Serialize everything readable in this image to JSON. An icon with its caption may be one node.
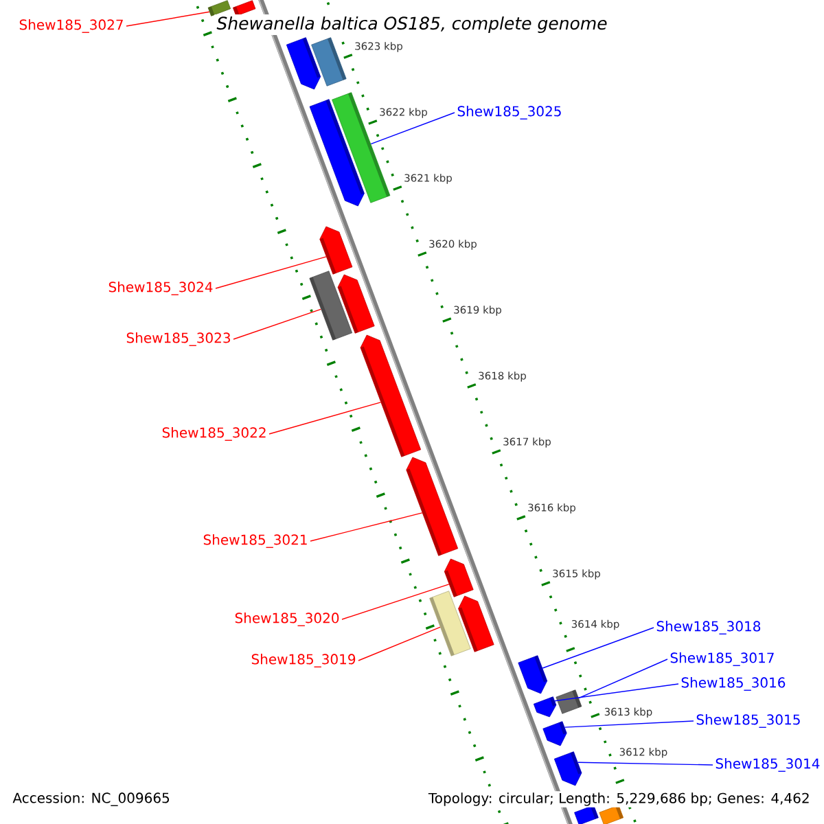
{
  "diagram": {
    "title": "Shewanella baltica OS185, complete genome",
    "nodes": [
      {
        "text": [
          "Shew185_3027"
        ]
      },
      {
        "text": [
          "Shew185_3025"
        ]
      },
      {
        "text": [
          "Shew185_3024"
        ]
      },
      {
        "text": [
          "Shew185_3023"
        ]
      },
      {
        "text": [
          "Shew185_3022"
        ]
      },
      {
        "text": [
          "Shew185_3021"
        ]
      },
      {
        "text": [
          "Shew185_3020"
        ]
      },
      {
        "text": [
          "Shew185_3018"
        ]
      },
      {
        "text": [
          "Shew185_3019"
        ]
      },
      {
        "text": [
          "Shew185_3017"
        ]
      },
      {
        "text": [
          "Shew185_3016"
        ]
      },
      {
        "text": [
          "Shew185_3015"
        ]
      },
      {
        "text": [
          "Shew185_3014"
        ]
      },
      {
        "text": [],
        "shape": "box"
      },
      {
        "text": [],
        "shape": "box"
      },
      {
        "text": [],
        "shape": "arrow"
      },
      {
        "text": [],
        "shape": "box"
      },
      {
        "text": [],
        "shape": "box"
      },
      {
        "text": [],
        "shape": "arrow"
      },
      {
        "text": [],
        "shape": "arrow"
      },
      {
        "text": [],
        "shape": "box"
      },
      {
        "text": [],
        "shape": "arrow"
      },
      {
        "text": [],
        "shape": "arrow"
      },
      {
        "text": [],
        "shape": "arrow"
      },
      {
        "text": [],
        "shape": "arrow"
      },
      {
        "text": [],
        "shape": "box"
      },
      {
        "text": [],
        "shape": "arrow"
      },
      {
        "text": [],
        "shape": "arrow"
      },
      {
        "text": [],
        "shape": "box"
      },
      {
        "text": [],
        "shape": "arrow"
      },
      {
        "text": [],
        "shape": "arrow"
      },
      {
        "text": [],
        "shape": "arrow"
      },
      {
        "text": [],
        "shape": "box"
      },
      {
        "text": [],
        "shape": "box"
      }
    ],
    "edges": [
      {
        "from": 0,
        "to": 13,
        "arrow": "none"
      },
      {
        "from": 1,
        "to": 17,
        "arrow": "none",
        "color": "#0000ff"
      },
      {
        "from": 2,
        "to": 19,
        "arrow": "none"
      },
      {
        "from": 3,
        "to": 20,
        "arrow": "none"
      },
      {
        "from": 4,
        "to": 22,
        "arrow": "none"
      },
      {
        "from": 5,
        "to": 23,
        "arrow": "none"
      },
      {
        "from": 6,
        "to": 24,
        "arrow": "none"
      },
      {
        "from": 7,
        "to": 27,
        "arrow": "none",
        "color": "#0000ff"
      },
      {
        "from": 8,
        "to": 25,
        "arrow": "none"
      },
      {
        "from": 9,
        "to": 28,
        "arrow": "none",
        "color": "#0000ff"
      },
      {
        "from": 10,
        "to": 29,
        "arrow": "none",
        "color": "#0000ff"
      },
      {
        "from": 11,
        "to": 30,
        "arrow": "none",
        "color": "#0000ff"
      },
      {
        "from": 12,
        "to": 31,
        "arrow": "none",
        "color": "#0000ff"
      }
    ],
    "labels": [
      "3623 kbp",
      "3622 kbp",
      "3621 kbp",
      "3620 kbp",
      "3619 kbp",
      "3618 kbp",
      "3617 kbp",
      "3616 kbp",
      "3615 kbp",
      "3614 kbp",
      "3613 kbp",
      "3612 kbp",
      "Accession: NC_009665",
      "Topology: circular; Length: 5,229,686 bp; Genes: 4,462"
    ]
  }
}
